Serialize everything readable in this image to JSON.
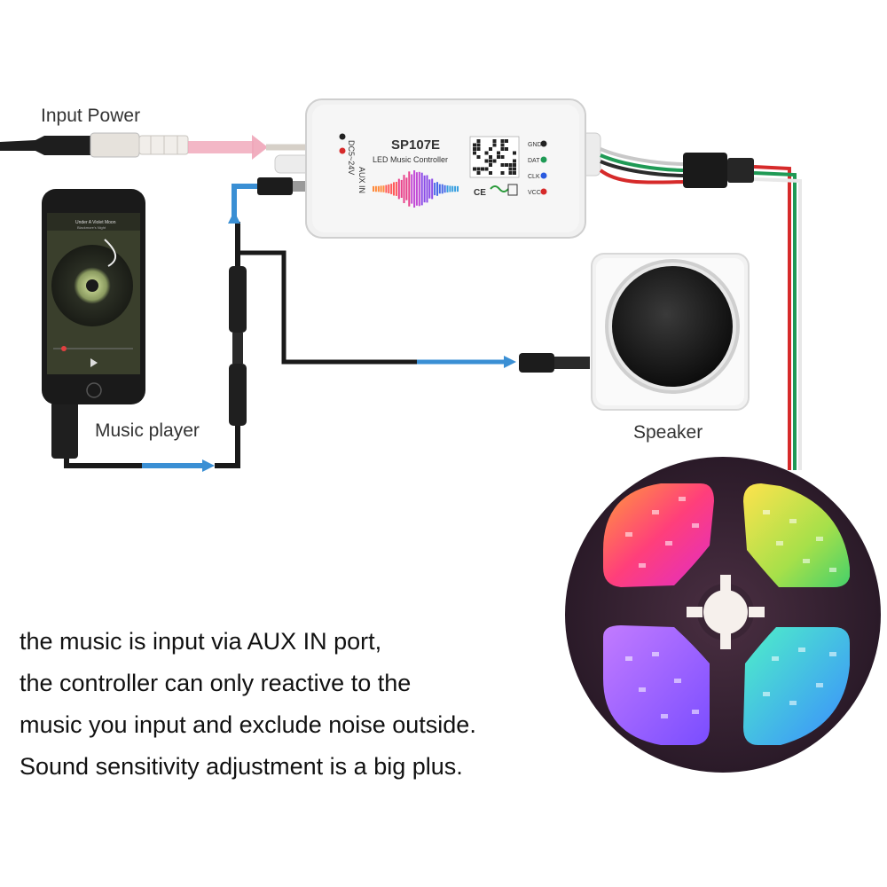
{
  "labels": {
    "input_power": "Input Power",
    "music_player": "Music player",
    "speaker": "Speaker"
  },
  "controller": {
    "model": "SP107E",
    "subtitle": "LED Music Controller",
    "voltage": "DC5~24V",
    "aux": "AUX IN",
    "pins": [
      "GND",
      "DAT",
      "CLK",
      "VCC"
    ],
    "certs": [
      "CE"
    ]
  },
  "phone": {
    "song_title": "Under A Violet Moon",
    "artist": "Blackmore's Night"
  },
  "caption": [
    "the music is input via AUX IN port,",
    "the controller can only reactive to the",
    "music you input and exclude noise outside.",
    "Sound sensitivity adjustment is a big plus."
  ],
  "colors": {
    "wire_blue": "#3a8fd4",
    "power_arrow": "#f0a5b8",
    "wire_red": "#d62a2a",
    "wire_green": "#1f9a55",
    "strip_bg": "#3a2535"
  }
}
